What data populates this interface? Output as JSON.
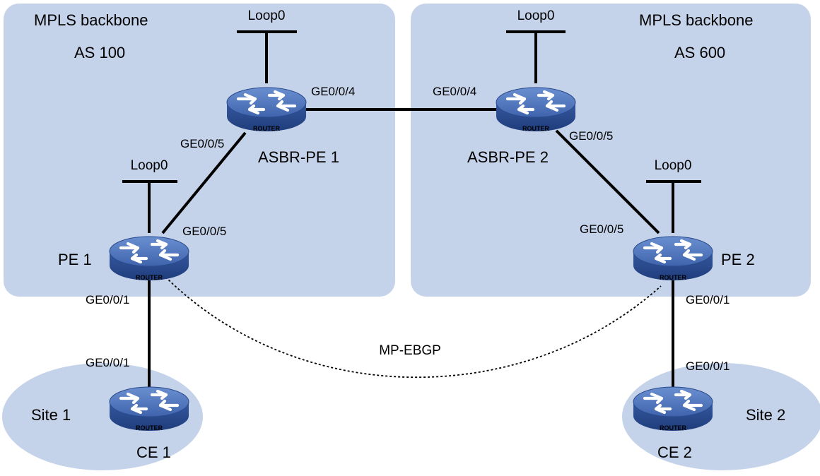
{
  "domains": {
    "left": {
      "title": "MPLS backbone",
      "as": "AS 100"
    },
    "right": {
      "title": "MPLS backbone",
      "as": "AS 600"
    }
  },
  "sites": {
    "site1": {
      "label": "Site 1"
    },
    "site2": {
      "label": "Site 2"
    }
  },
  "routers": {
    "asbr_pe1": {
      "name": "ASBR-PE 1",
      "badge": "ROUTER"
    },
    "asbr_pe2": {
      "name": "ASBR-PE 2",
      "badge": "ROUTER"
    },
    "pe1": {
      "name": "PE 1",
      "badge": "ROUTER"
    },
    "pe2": {
      "name": "PE 2",
      "badge": "ROUTER"
    },
    "ce1": {
      "name": "CE 1",
      "badge": "ROUTER"
    },
    "ce2": {
      "name": "CE 2",
      "badge": "ROUTER"
    }
  },
  "loopbacks": {
    "asbr_pe1": "Loop0",
    "asbr_pe2": "Loop0",
    "pe1": "Loop0",
    "pe2": "Loop0"
  },
  "interfaces": {
    "asbr_pe1_ge4": "GE0/0/4",
    "asbr_pe1_ge5": "GE0/0/5",
    "asbr_pe2_ge4": "GE0/0/4",
    "asbr_pe2_ge5": "GE0/0/5",
    "pe1_ge5": "GE0/0/5",
    "pe1_ge1": "GE0/0/1",
    "pe2_ge5": "GE0/0/5",
    "pe2_ge1": "GE0/0/1",
    "ce1_ge1": "GE0/0/1",
    "ce2_ge1": "GE0/0/1"
  },
  "session": {
    "label": "MP-EBGP"
  },
  "colors": {
    "region_fill": "#c5d3ea",
    "router_top": "#4a6fb5",
    "router_side": "#2c4f96",
    "line": "#000000"
  }
}
